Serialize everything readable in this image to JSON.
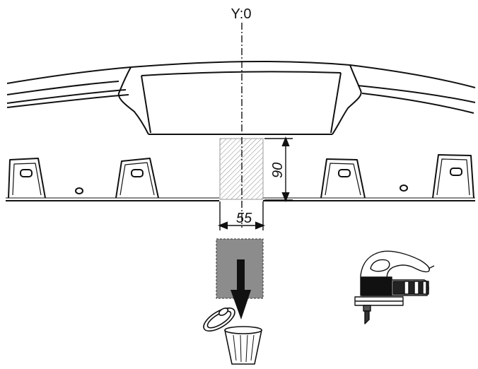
{
  "diagram": {
    "axis_label": "Y:0",
    "dimensions": {
      "height": "90",
      "width": "55"
    },
    "icons": {
      "trash": "trash-can-icon",
      "tool": "jigsaw-icon",
      "arrow": "down-arrow-icon"
    },
    "colors": {
      "line": "#111111",
      "hatch": "#9a9a9a",
      "removed_block": "#8c8c8c",
      "background": "#ffffff"
    }
  }
}
